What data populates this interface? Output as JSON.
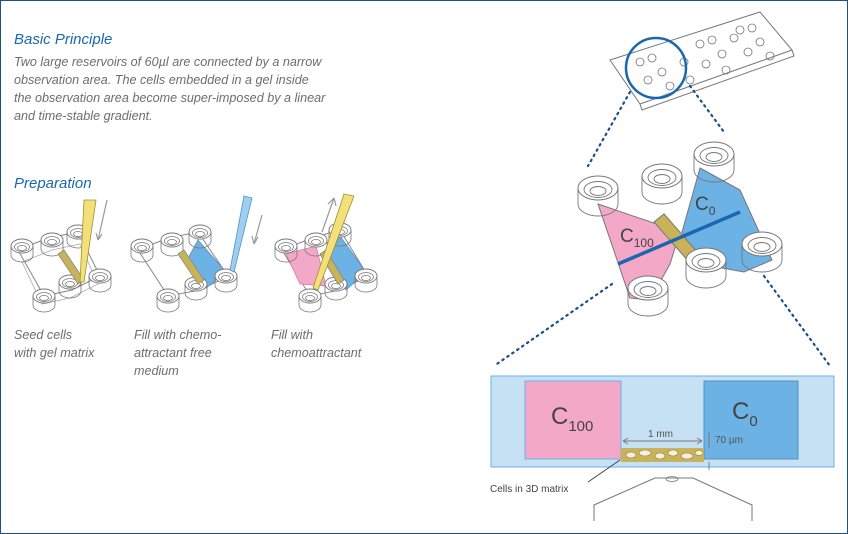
{
  "basic_principle": {
    "title": "Basic Principle",
    "text": "Two large reservoirs of 60µl are connected by a narrow\nobservation area. The cells embedded in a gel inside\nthe observation area become super-imposed by a linear\nand time-stable gradient."
  },
  "preparation": {
    "title": "Preparation",
    "steps": [
      {
        "caption": "Seed cells\nwith gel matrix"
      },
      {
        "caption": "Fill with chemo-\nattractant free\nmedium"
      },
      {
        "caption": "Fill with\nchemoattractant"
      }
    ]
  },
  "detail_diagram": {
    "reservoir_left": "C",
    "reservoir_left_sub": "100",
    "reservoir_right": "C",
    "reservoir_right_sub": "0"
  },
  "cross_section": {
    "left_label": "C",
    "left_sub": "100",
    "right_label": "C",
    "right_sub": "0",
    "width_label": "1 mm",
    "height_label": "70 µm",
    "cells_label": "Cells in 3D matrix"
  },
  "colors": {
    "frame": "#1a4f8a",
    "heading": "#1a66b0",
    "pink": "#f3a8c8",
    "blue": "#6cb2e4",
    "light_blue": "#c6e0f4",
    "gel": "#c9b35a"
  }
}
